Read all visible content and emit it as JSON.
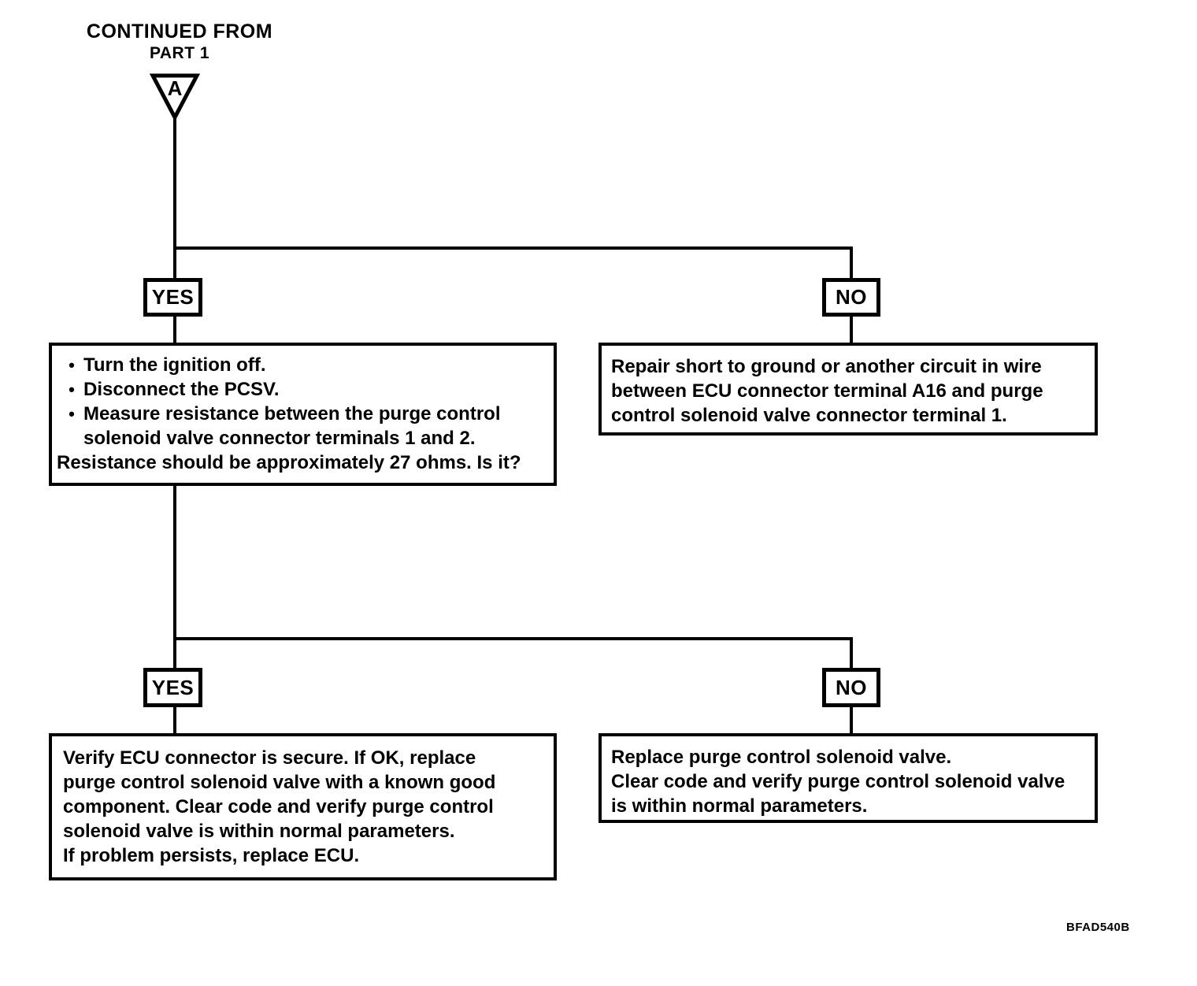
{
  "canvas": {
    "background": "#ffffff",
    "ink": "#000000"
  },
  "header": {
    "continued_from": "CONTINUED FROM",
    "part": "PART 1",
    "entry_label": "A"
  },
  "decision1": {
    "yes_label": "YES",
    "no_label": "NO",
    "yes_box": {
      "bullets": [
        "Turn the ignition off.",
        "Disconnect the PCSV.",
        "Measure resistance between the purge control solenoid valve connector terminals 1 and 2."
      ],
      "question": "Resistance should be approximately 27 ohms. Is it?"
    },
    "no_box": {
      "lines": [
        "Repair short to ground or another circuit in wire",
        "between ECU connector terminal A16 and purge",
        "control solenoid valve connector terminal 1."
      ]
    }
  },
  "decision2": {
    "yes_label": "YES",
    "no_label": "NO",
    "yes_box": {
      "lines": [
        "Verify ECU connector is secure. If OK, replace",
        "purge control solenoid valve with a known good",
        "component. Clear code and verify purge control",
        "solenoid valve is within normal parameters.",
        "If problem persists, replace ECU."
      ]
    },
    "no_box": {
      "lines": [
        "Replace purge control solenoid valve.",
        "Clear code and verify purge control solenoid valve",
        "is within normal parameters."
      ]
    }
  },
  "footer": {
    "figure_code": "BFAD540B"
  }
}
